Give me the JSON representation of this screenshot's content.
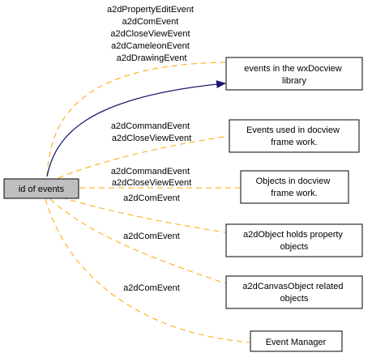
{
  "colors": {
    "source_fill": "#bfbfbf",
    "node_fill": "#ffffff",
    "node_stroke": "#000000",
    "solid_edge": "#191970",
    "dashed_edge": "#ffa500"
  },
  "source": {
    "label": "id of events"
  },
  "targets": [
    {
      "lines": [
        "events in the wxDocview",
        "library"
      ]
    },
    {
      "lines": [
        "Events used in docview",
        "frame work."
      ]
    },
    {
      "lines": [
        "Objects in docview",
        "frame work."
      ]
    },
    {
      "lines": [
        "a2dObject holds property",
        "objects"
      ]
    },
    {
      "lines": [
        "a2dCanvasObject related",
        "objects"
      ]
    },
    {
      "lines": [
        "Event Manager"
      ]
    }
  ],
  "edge_labels": [
    [
      "a2dPropertyEditEvent",
      "a2dComEvent",
      "a2dCloseViewEvent",
      "a2dCameleonEvent",
      "a2dDrawingEvent"
    ],
    [
      "a2dCommandEvent",
      "a2dCloseViewEvent"
    ],
    [
      "a2dCommandEvent",
      "a2dCloseViewEvent"
    ],
    [
      "a2dComEvent"
    ],
    [
      "a2dComEvent"
    ],
    [
      "a2dComEvent"
    ]
  ]
}
